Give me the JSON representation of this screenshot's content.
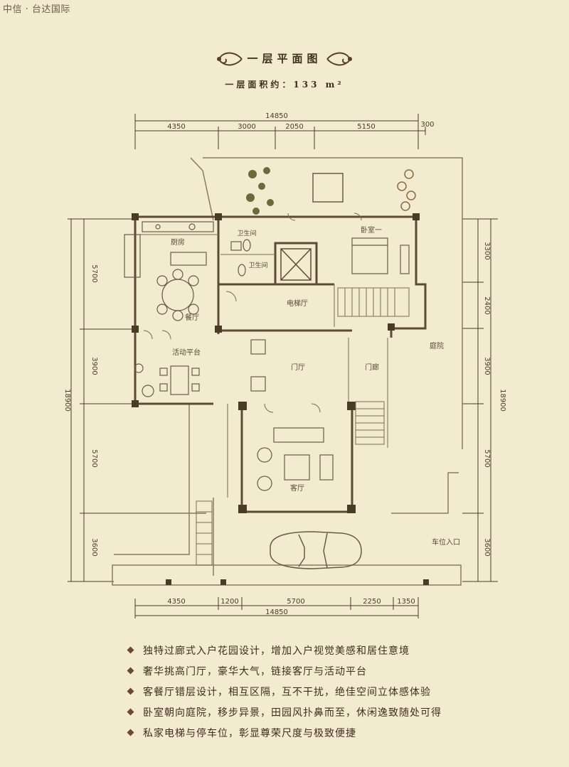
{
  "brand": "中信 · 台达国际",
  "title": "一层平面图",
  "subtitle": "一层面积约：133 m²",
  "dims": {
    "top_total": "14850",
    "top_segments": [
      "4350",
      "3000",
      "2050",
      "5150",
      "300"
    ],
    "bottom_segments": [
      "4350",
      "1200",
      "5700",
      "2250",
      "1350"
    ],
    "bottom_total": "14850",
    "left_segments": [
      "5700",
      "3900",
      "5700",
      "3600"
    ],
    "left_total": "18900",
    "right_segments": [
      "3300",
      "2400",
      "3900",
      "5700",
      "3600"
    ],
    "right_total": "18900"
  },
  "rooms": {
    "kitchen": "厨房",
    "dining": "餐厅",
    "bath1": "卫生间",
    "bath2": "卫生间",
    "bedroom": "卧室一",
    "elevator_hall": "电梯厅",
    "terrace": "活动平台",
    "foyer": "门厅",
    "porch": "门廊",
    "living": "客厅",
    "courtyard": "庭院",
    "parking": "车位入口"
  },
  "features": [
    "独特过廊式入户花园设计，增加入户视觉美感和居住意境",
    "奢华挑高门厅，豪华大气，链接客厅与活动平台",
    "客餐厅错层设计，相互区隔，互不干扰，绝佳空间立体感体验",
    "卧室朝向庭院，移步异景，田园风扑鼻而至，休闲逸致随处可得",
    "私家电梯与停车位，彰显尊荣尺度与极致便捷"
  ]
}
